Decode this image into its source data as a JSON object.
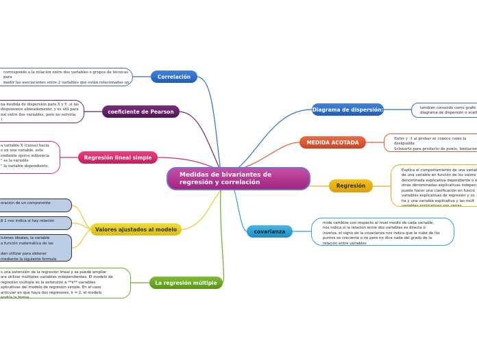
{
  "central": {
    "title": "Medidas de bivariantes de\nregresión y correlación"
  },
  "topics": {
    "correlacion": {
      "label": "Correlación",
      "note": "corresponde a la relación entre dos variables o grupos de técnicas para\nmedir las asociaciones entre 2 variables que están relacionadas un\ncambio en una se ve reflejado en la otra."
    },
    "pearson": {
      "label": "coeficiente de Pearson",
      "note": "na medida de dispersión para X y Y ,si las\ndisponemos alineadamente, y es útil para\nnal entre dos variables, pero no serviría\n)"
    },
    "regresion_lineal": {
      "label": "Regresión lineal simple",
      "note": "a variable X (causa) hacia\ne en una variable. esto\nendiente ejerce influencia\n\" es la variable\n\" la variable dependiente,"
    },
    "valores": {
      "label": "Valores ajustados al modelo",
      "items": [
        "oración de un componente",
        "β 1 nos indica si hay relación",
        "iciones ideales, la variable\na función matemática de las\n\nden utilizar para obtener\nmediante la siguiente formula"
      ]
    },
    "multiple": {
      "label": "La regresión múltiple",
      "note": "s una extensión de la regresión lineal y se puede ampliar\nara utilizar múltiples variables independientes. El modelo de\nregresión múltiple es la extensión a **k** variables\nxplicativas del modelo de regresión simple. En el caso\narticular en que haya dos regresores, k = 2, el modelo\nendría la forma"
    },
    "diagrama": {
      "label": "Diagrama de dispersión:",
      "note": "también conocido como grafic\ndiagrama de dispersión o scatte"
    },
    "medida": {
      "label": "MEDIDA ACOTADA",
      "note": "Entre y -1 al probar se conoce como la desigualda\nSchwartz para producto de punto, limitaciones d\nPearson"
    },
    "regresion": {
      "label": "Regresión",
      "note": "Explica el comportamiento de una variab\nde una variable en función de los valore\ndenominada explicativa dependiente o e\notras denominadas explicativas indepen\npuede hacer una clasificación en funció\nvariables explicativas de regresión y co\nha y una variable explicativa y las múlt\nvariables explicativas son varias"
    },
    "covarianza": {
      "label": "covarianza",
      "note": "mide cambios con respecto al nivel medio de cada variable,\nnos indica si la relación entre dos variables es directa o\ninversa, el signo de la covarianza nos indica que la nube de los\npuntos es creciente o no pero no dice nada del grado de la\nrelación entre variables"
    }
  },
  "colors": {
    "central": "#b0368f",
    "correlacion": "#2f6fcd",
    "pearson": "#6a1f6e",
    "regresion_lineal": "#dd2a6a",
    "valores": "#e6cc20",
    "multiple": "#6faa24",
    "diagrama": "#2c6fd0",
    "medida": "#e05a34",
    "regresion": "#e8ad10",
    "covarianza": "#2aa0d8"
  }
}
